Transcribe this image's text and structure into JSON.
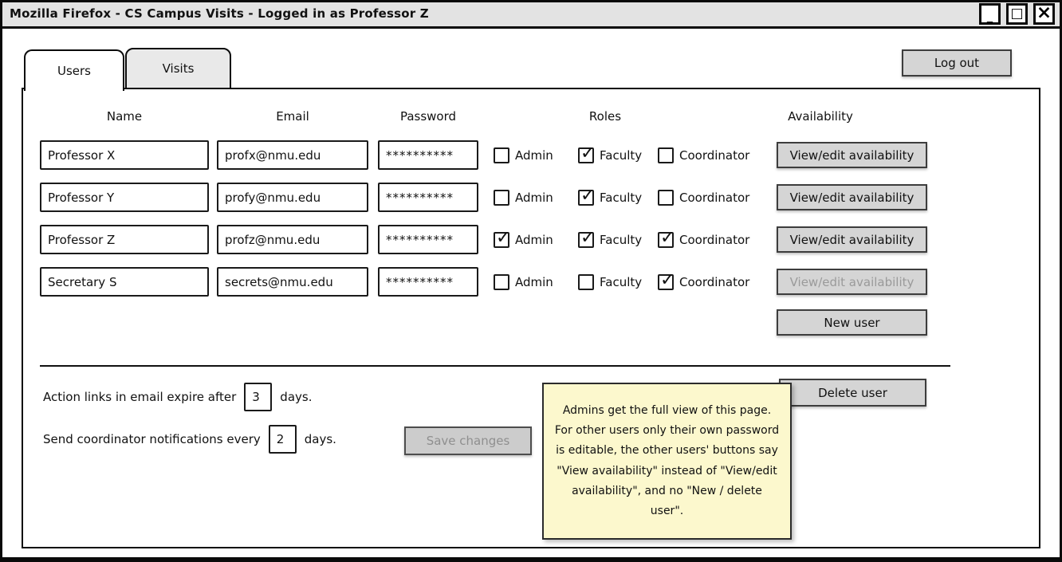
{
  "window": {
    "title": "Mozilla Firefox - CS Campus Visits - Logged in as Professor Z",
    "controls": {
      "minimize": "_",
      "maximize": "□",
      "close": "×"
    }
  },
  "tabs": {
    "users": "Users",
    "visits": "Visits",
    "active": "Users"
  },
  "logout": {
    "label": "Log out"
  },
  "users_table": {
    "headers": {
      "name": "Name",
      "email": "Email",
      "password": "Password",
      "roles": "Roles",
      "availability": "Availability"
    },
    "role_labels": {
      "admin": "Admin",
      "faculty": "Faculty",
      "coordinator": "Coordinator"
    },
    "rows": [
      {
        "name": "Professor X",
        "email": "profx@nmu.edu",
        "password": "**********",
        "roles": {
          "admin": false,
          "faculty": true,
          "coordinator": false
        },
        "availability_label": "View/edit availability",
        "availability_disabled": false
      },
      {
        "name": "Professor Y",
        "email": "profy@nmu.edu",
        "password": "**********",
        "roles": {
          "admin": false,
          "faculty": true,
          "coordinator": false
        },
        "availability_label": "View/edit availability",
        "availability_disabled": false
      },
      {
        "name": "Professor Z",
        "email": "profz@nmu.edu",
        "password": "**********",
        "roles": {
          "admin": true,
          "faculty": true,
          "coordinator": true
        },
        "availability_label": "View/edit availability",
        "availability_disabled": false
      },
      {
        "name": "Secretary S",
        "email": "secrets@nmu.edu",
        "password": "**********",
        "roles": {
          "admin": false,
          "faculty": false,
          "coordinator": true
        },
        "availability_label": "View/edit availability",
        "availability_disabled": true
      }
    ],
    "new_user_label": "New user",
    "delete_user_label": "Delete user"
  },
  "settings": {
    "expire": {
      "prefix": "Action links in email expire after",
      "value": "3",
      "suffix": "days."
    },
    "notifications": {
      "prefix": "Send coordinator notifications every",
      "value": "2",
      "suffix": "days."
    },
    "save": {
      "label": "Save changes",
      "disabled": true
    }
  },
  "note": {
    "text": "Admins get the full view of this page. For other users only their own password is editable, the other users' buttons say \"View availability\" instead of \"View/edit availability\", and no \"New / delete user\"."
  },
  "colors": {
    "titlebar_bg": "#e3e3e3",
    "tab_inactive_bg": "#e9e9e9",
    "button_bg": "#d5d5d5",
    "button_disabled_bg": "#cccccc",
    "disabled_text": "#9a9a9a",
    "note_bg": "#fcf8cd",
    "border": "#0a0a0a"
  }
}
